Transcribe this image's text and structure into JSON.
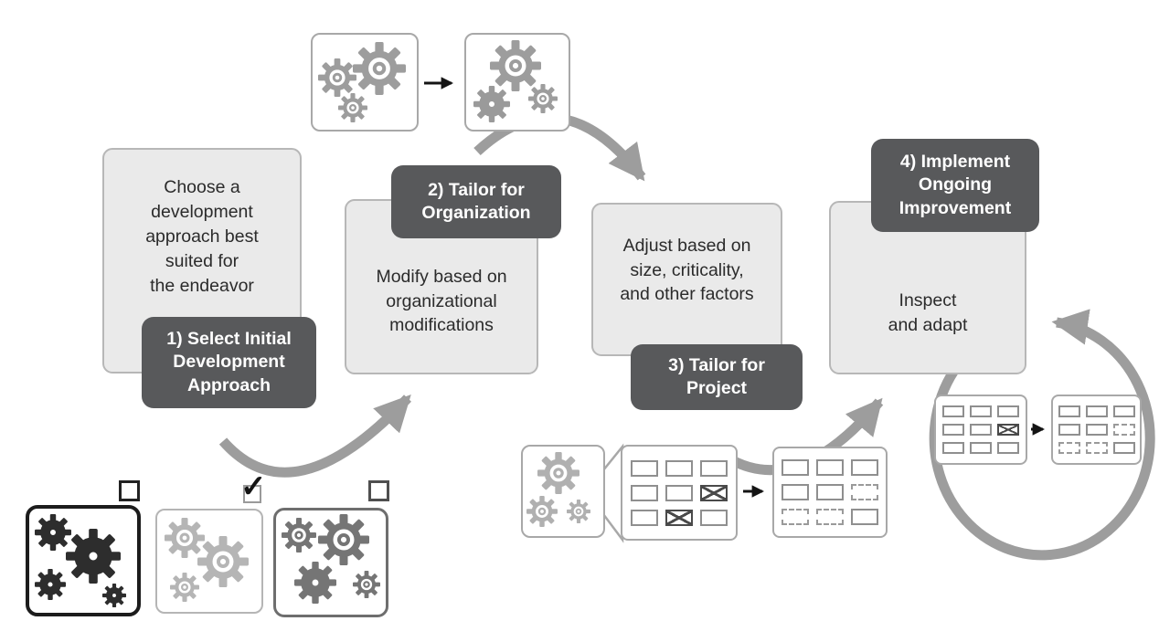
{
  "steps": [
    {
      "badge_label": "1) Select Initial\nDevelopment\nApproach",
      "description": "Choose a\ndevelopment\napproach best\nsuited for\nthe endeavor"
    },
    {
      "badge_label": "2) Tailor for\nOrganization",
      "description": "Modify based on\norganizational\nmodifications"
    },
    {
      "badge_label": "3) Tailor for\nProject",
      "description": "Adjust based on\nsize, criticality,\nand other factors"
    },
    {
      "badge_label": "4) Implement\nOngoing\nImprovement",
      "description": "Inspect\nand adapt"
    }
  ],
  "approach_options": [
    {
      "checked": false,
      "mark": ""
    },
    {
      "checked": true,
      "mark": "✓"
    },
    {
      "checked": false,
      "mark": ""
    }
  ],
  "icons": {
    "gears": "gears-icon",
    "process_table": "process-table-icon",
    "checkbox": "checkbox-icon",
    "check_mark": "✓"
  },
  "colors": {
    "badge_background": "#58595b",
    "badge_text": "#ffffff",
    "card_background": "#eaeaea",
    "card_border": "#b7b7b7",
    "flow_arrow": "#9d9d9d",
    "small_arrow": "#141414",
    "gear_light": "#b5b5b5",
    "gear_medium": "#757575",
    "gear_dark": "#2d2d2d"
  }
}
